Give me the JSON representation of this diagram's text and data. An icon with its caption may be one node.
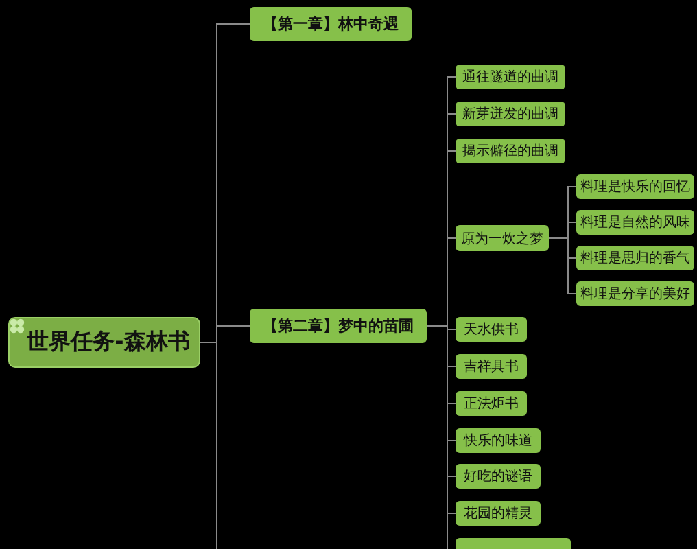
{
  "diagram": {
    "nodes": [
      {
        "text": [
          "世界任务-森林书"
        ]
      },
      {
        "text": [
          "【第一章】林中奇遇"
        ]
      },
      {
        "text": [
          "【第二章】梦中的苗圃"
        ]
      },
      {
        "text": [
          "通往隧道的曲调"
        ]
      },
      {
        "text": [
          "新芽迸发的曲调"
        ]
      },
      {
        "text": [
          "揭示僻径的曲调"
        ]
      },
      {
        "text": [
          "原为一炊之梦"
        ]
      },
      {
        "text": [
          "料理是快乐的回忆"
        ]
      },
      {
        "text": [
          "料理是自然的风味"
        ]
      },
      {
        "text": [
          "料理是思归的香气"
        ]
      },
      {
        "text": [
          "料理是分享的美好"
        ]
      },
      {
        "text": [
          "天水供书"
        ]
      },
      {
        "text": [
          "吉祥具书"
        ]
      },
      {
        "text": [
          "正法炬书"
        ]
      },
      {
        "text": [
          "快乐的味道"
        ]
      },
      {
        "text": [
          "好吃的谜语"
        ]
      },
      {
        "text": [
          "花园的精灵"
        ]
      },
      {
        "text": [],
        "shape": "box"
      }
    ],
    "edges": [
      {
        "from": 0,
        "to": 1,
        "arrow": "none"
      },
      {
        "from": 0,
        "to": 2,
        "arrow": "none"
      },
      {
        "from": 0,
        "to": null,
        "arrow": "none"
      },
      {
        "from": 2,
        "to": 3,
        "arrow": "none"
      },
      {
        "from": 2,
        "to": 4,
        "arrow": "none"
      },
      {
        "from": 2,
        "to": 5,
        "arrow": "none"
      },
      {
        "from": 2,
        "to": 6,
        "arrow": "none"
      },
      {
        "from": 6,
        "to": 7,
        "arrow": "none"
      },
      {
        "from": 6,
        "to": 8,
        "arrow": "none"
      },
      {
        "from": 6,
        "to": 9,
        "arrow": "none"
      },
      {
        "from": 6,
        "to": 10,
        "arrow": "none"
      },
      {
        "from": 2,
        "to": 11,
        "arrow": "none"
      },
      {
        "from": 2,
        "to": 12,
        "arrow": "none"
      },
      {
        "from": 2,
        "to": 13,
        "arrow": "none"
      },
      {
        "from": 2,
        "to": 14,
        "arrow": "none"
      },
      {
        "from": 2,
        "to": 15,
        "arrow": "none"
      },
      {
        "from": 2,
        "to": 16,
        "arrow": "none"
      },
      {
        "from": 2,
        "to": 17,
        "arrow": "none"
      }
    ]
  }
}
